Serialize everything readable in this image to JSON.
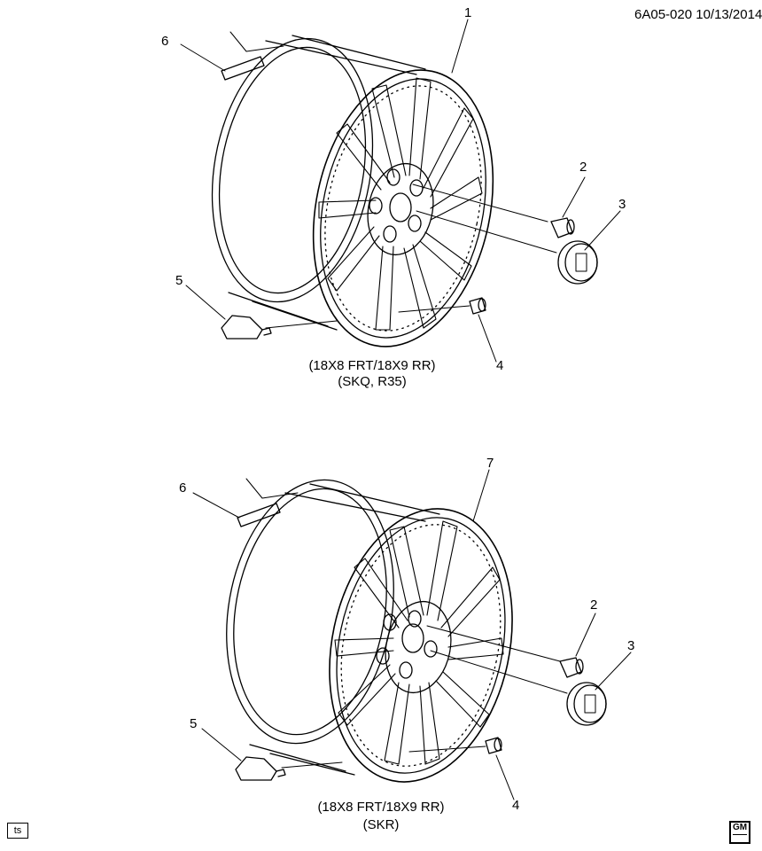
{
  "header": {
    "reference": "6A05-020  10/13/2014"
  },
  "diagram_top": {
    "callouts": {
      "c1": "1",
      "c2": "2",
      "c3": "3",
      "c4": "4",
      "c5": "5",
      "c6": "6"
    },
    "caption_line1": "(18X8 FRT/18X9 RR)",
    "caption_line2": "(SKQ, R35)"
  },
  "diagram_bottom": {
    "callouts": {
      "c7": "7",
      "c2": "2",
      "c3": "3",
      "c4": "4",
      "c5": "5",
      "c6": "6"
    },
    "caption_line1": "(18X8 FRT/18X9 RR)",
    "caption_line2": "(SKR)"
  },
  "footer": {
    "ts_tag": "ts",
    "logo_text": "GM"
  },
  "icons": [
    "wheel-icon",
    "lug-nut-icon",
    "center-cap-icon",
    "valve-stem-icon",
    "tpms-sensor-icon",
    "balance-weight-icon"
  ]
}
